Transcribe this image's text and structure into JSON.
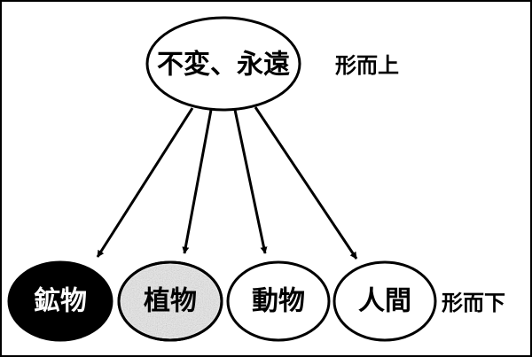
{
  "top_node": {
    "label": "不変、永遠"
  },
  "top_level_label": "形而上",
  "bottom_level_label": "形而下",
  "bottom_nodes": [
    {
      "label": "鉱物",
      "fill": "#000000",
      "text_color": "#ffffff",
      "style": "solid"
    },
    {
      "label": "植物",
      "fill": "#e4e4e4",
      "text_color": "#000000",
      "style": "textured"
    },
    {
      "label": "動物",
      "fill": "#ffffff",
      "text_color": "#000000",
      "style": "outline"
    },
    {
      "label": "人間",
      "fill": "#ffffff",
      "text_color": "#000000",
      "style": "outline"
    }
  ],
  "colors": {
    "stroke": "#000000",
    "background": "#ffffff"
  }
}
